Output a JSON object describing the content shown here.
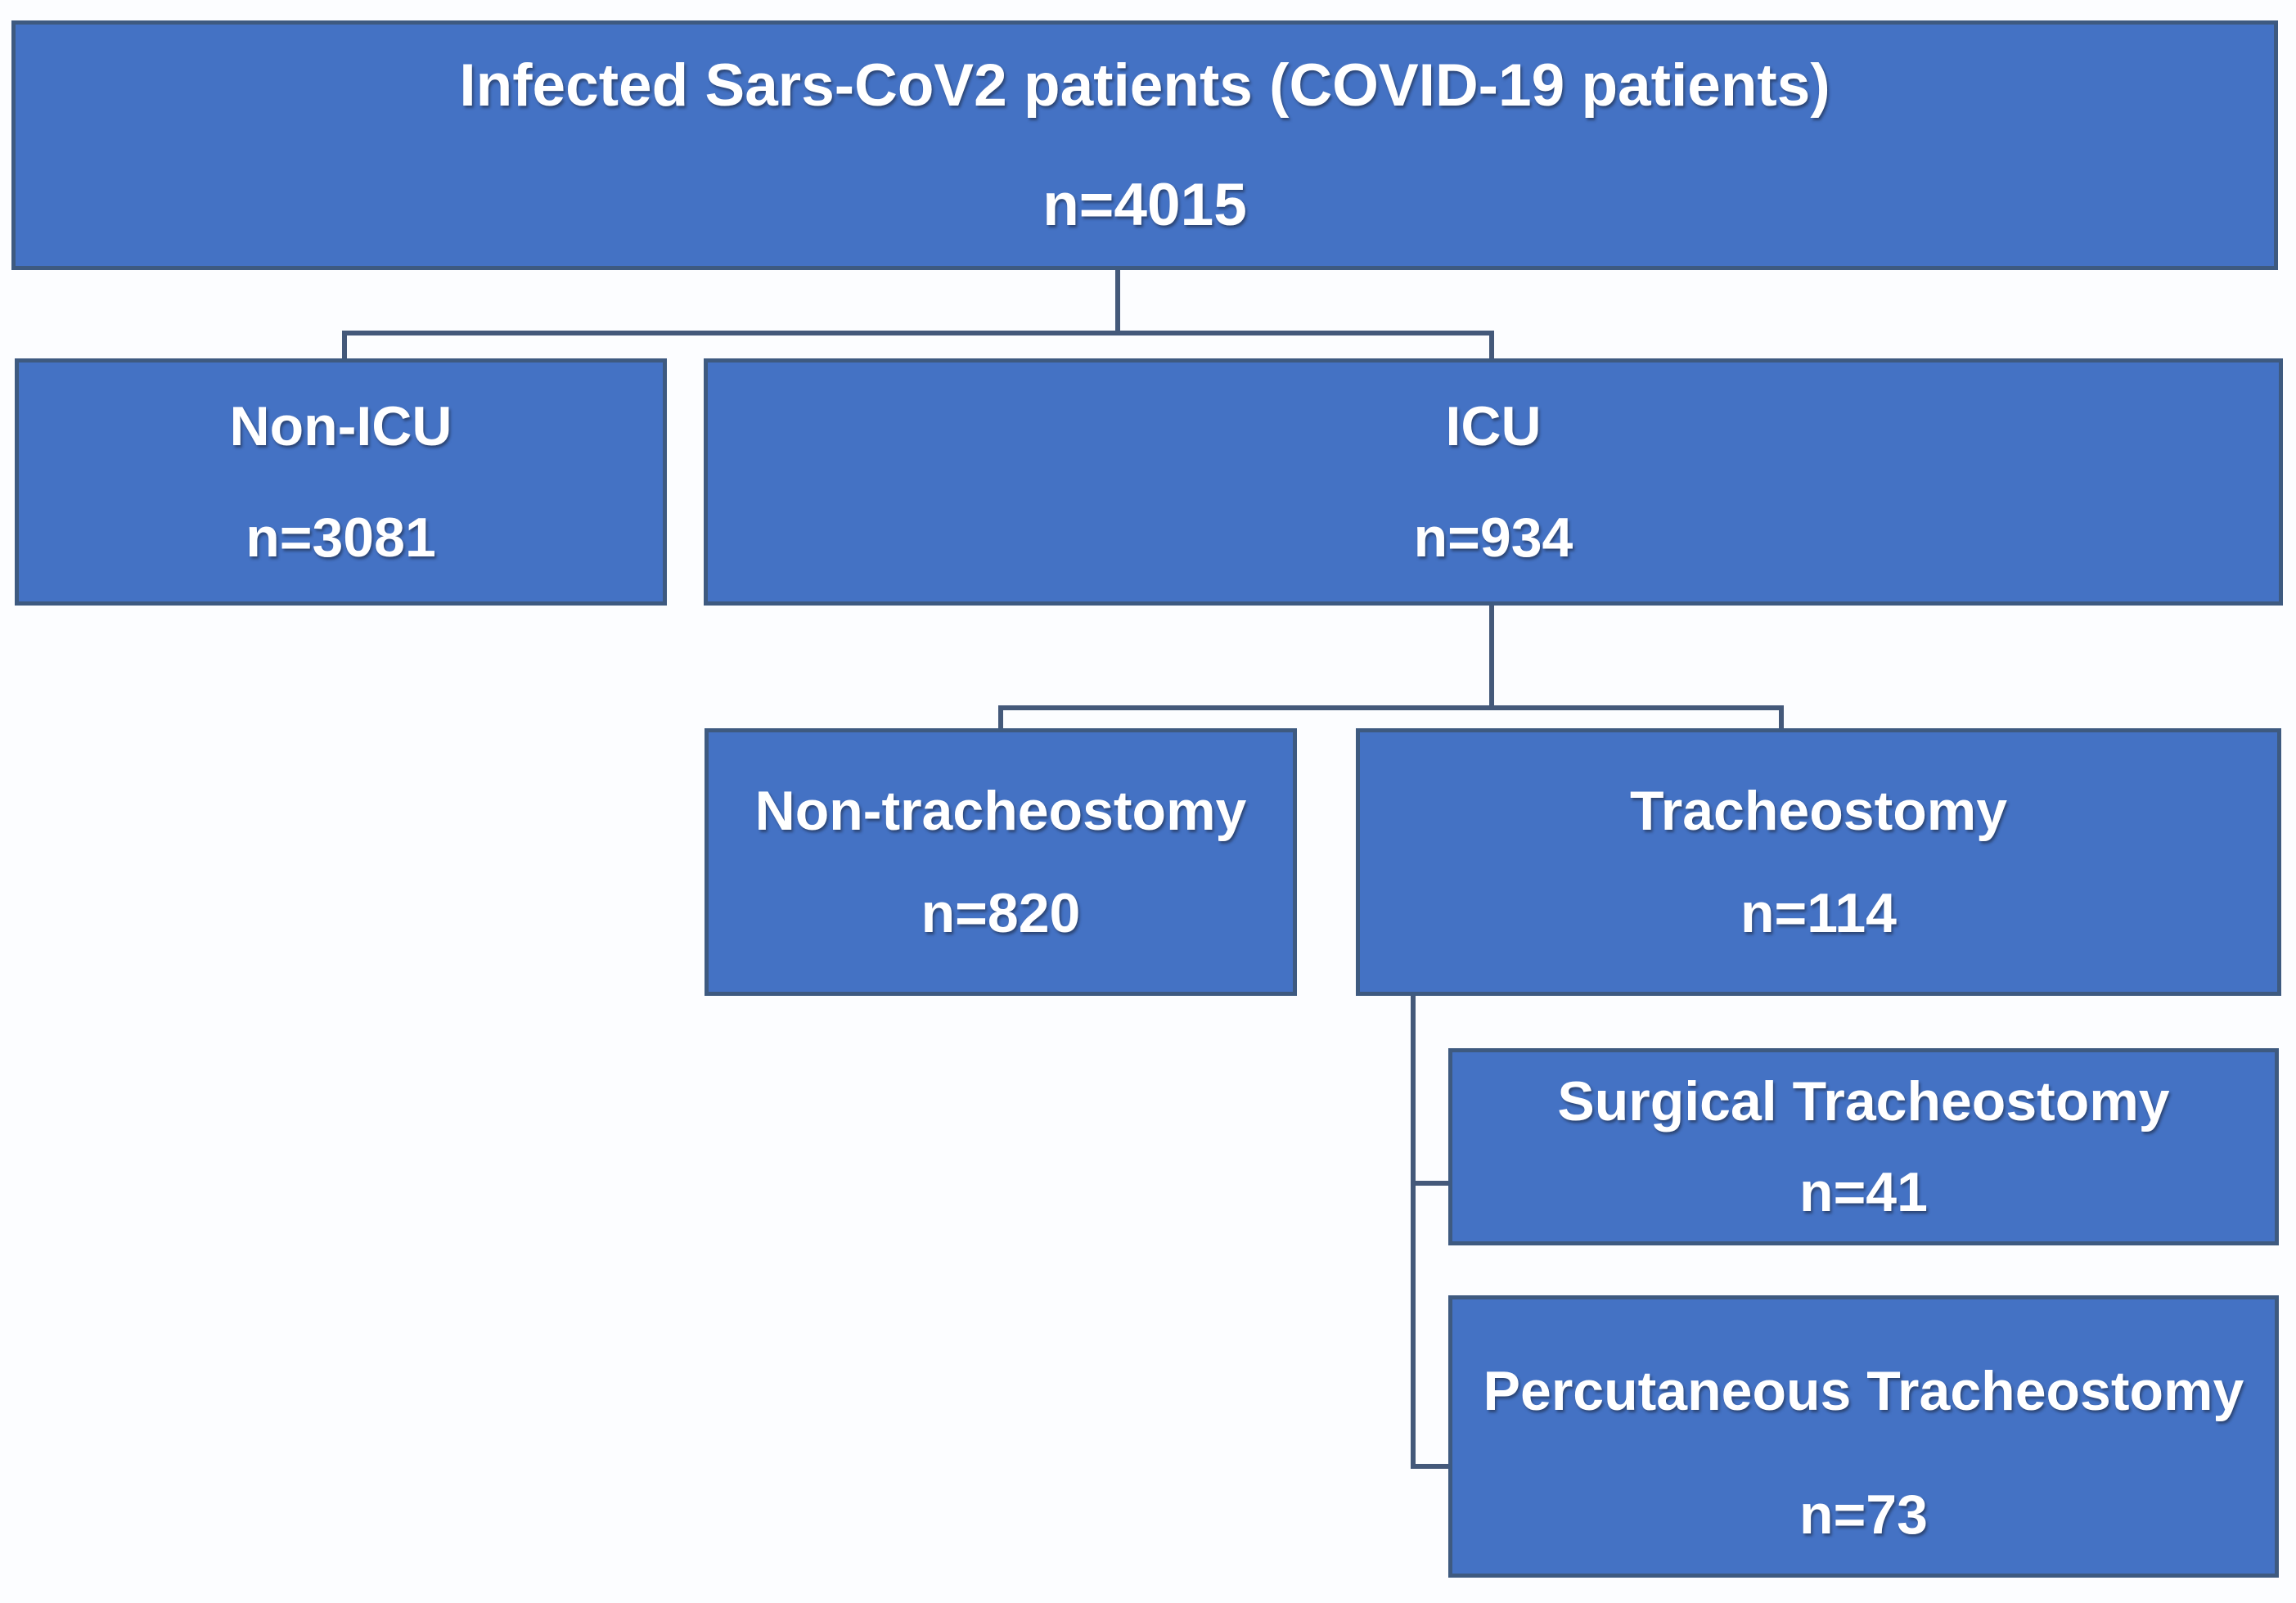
{
  "figure_type": "patient-flow-diagram",
  "colors": {
    "box_fill": "#4472C4",
    "box_border": "#3E5A80",
    "connector_line": "#44597A",
    "text": "#FFFFFF",
    "background": "#FCFDFF"
  },
  "nodes": {
    "root": {
      "label": "Infected Sars-CoV2 patients (COVID-19 patients)",
      "count": "n=4015"
    },
    "non_icu": {
      "label": "Non-ICU",
      "count": "n=3081"
    },
    "icu": {
      "label": "ICU",
      "count": "n=934"
    },
    "non_tracheostomy": {
      "label": "Non-tracheostomy",
      "count": "n=820"
    },
    "tracheostomy": {
      "label": "Tracheostomy",
      "count": "n=114"
    },
    "surgical": {
      "label": "Surgical Tracheostomy",
      "count": "n=41"
    },
    "percutaneous": {
      "label": "Percutaneous Tracheostomy",
      "count": "n=73"
    }
  },
  "edges": [
    [
      "root",
      "non_icu"
    ],
    [
      "root",
      "icu"
    ],
    [
      "icu",
      "non_tracheostomy"
    ],
    [
      "icu",
      "tracheostomy"
    ],
    [
      "tracheostomy",
      "surgical"
    ],
    [
      "tracheostomy",
      "percutaneous"
    ]
  ]
}
